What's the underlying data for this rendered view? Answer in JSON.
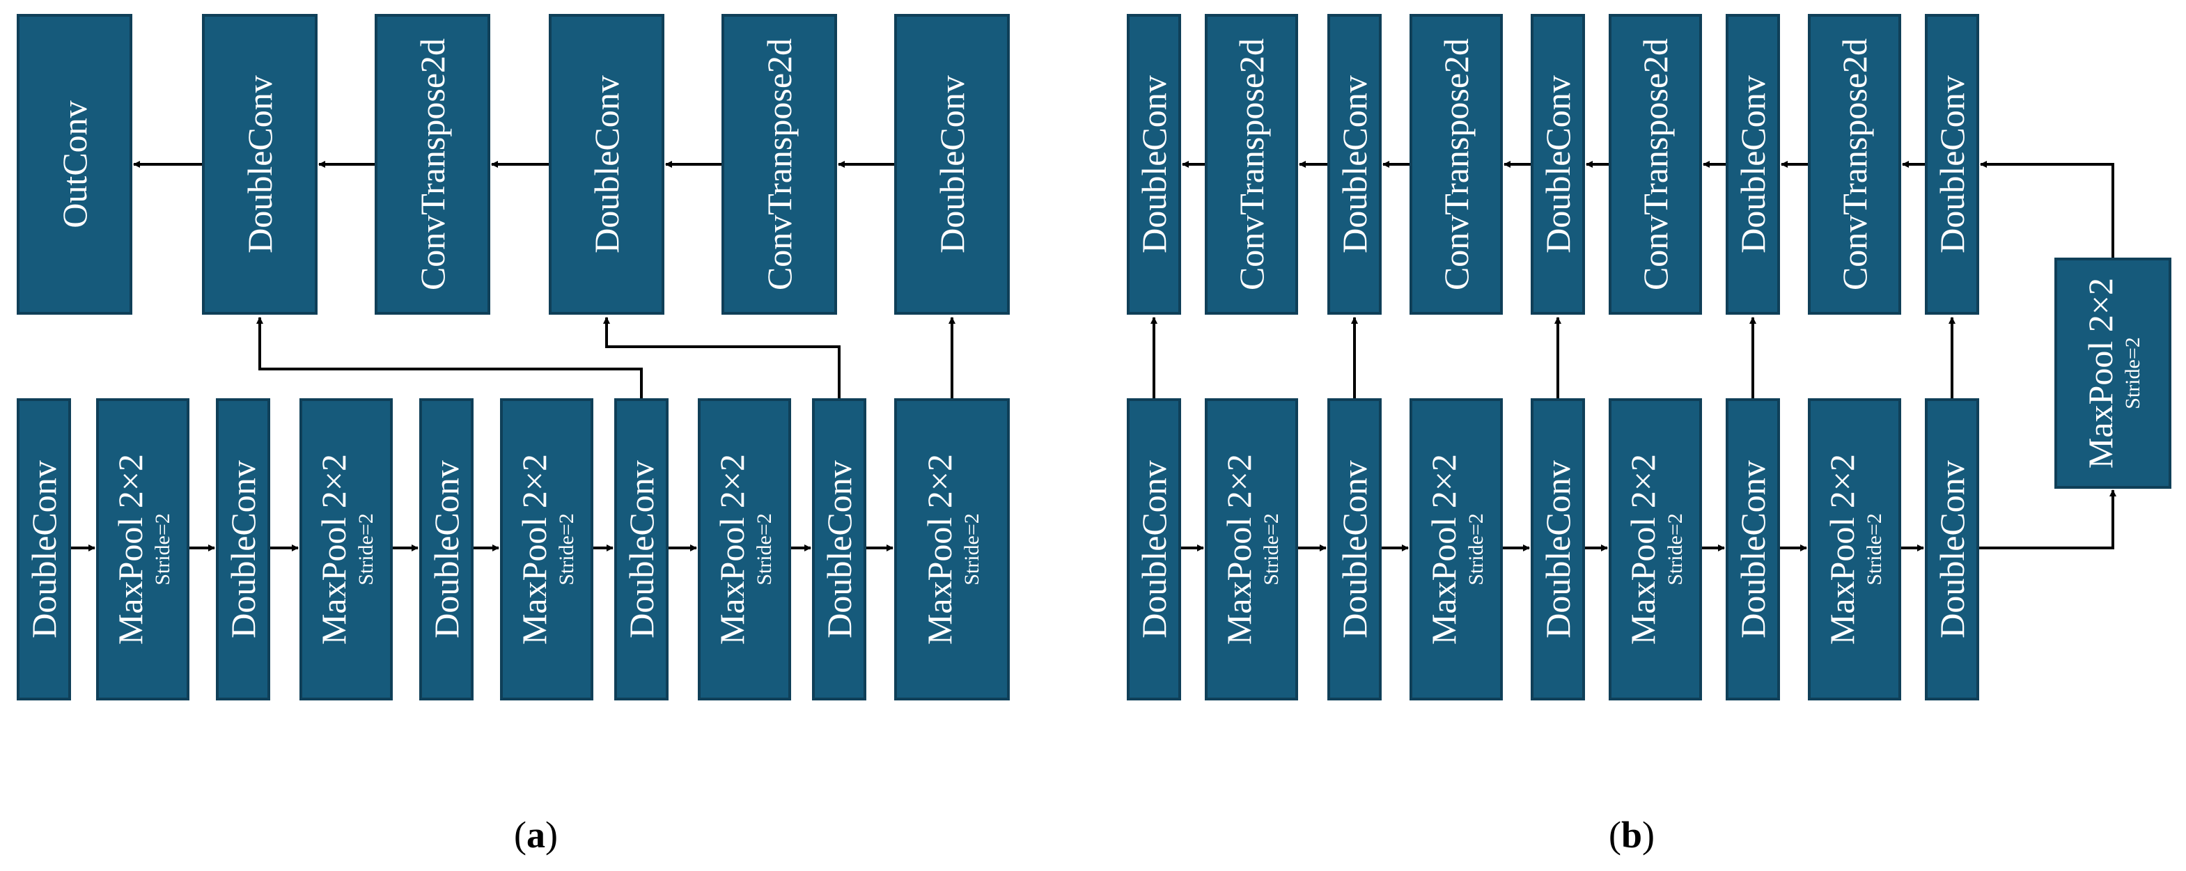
{
  "diagram_a": {
    "caption": {
      "open": "(",
      "letter": "a",
      "close": ")"
    },
    "nodes": [
      {
        "id": "a-out-outconv",
        "label": "OutConv"
      },
      {
        "id": "a-up-doubleconv-1",
        "label": "DoubleConv"
      },
      {
        "id": "a-up-convtranspose-1",
        "label": "ConvTranspose2d"
      },
      {
        "id": "a-up-doubleconv-2",
        "label": "DoubleConv"
      },
      {
        "id": "a-up-convtranspose-2",
        "label": "ConvTranspose2d"
      },
      {
        "id": "a-up-doubleconv-3",
        "label": "DoubleConv"
      },
      {
        "id": "a-down-doubleconv-1",
        "label": "DoubleConv"
      },
      {
        "id": "a-down-maxpool-1",
        "label": "MaxPool 2×2",
        "sub": "Stride=2"
      },
      {
        "id": "a-down-doubleconv-2",
        "label": "DoubleConv"
      },
      {
        "id": "a-down-maxpool-2",
        "label": "MaxPool 2×2",
        "sub": "Stride=2"
      },
      {
        "id": "a-down-doubleconv-3",
        "label": "DoubleConv"
      },
      {
        "id": "a-down-maxpool-3",
        "label": "MaxPool 2×2",
        "sub": "Stride=2"
      },
      {
        "id": "a-down-doubleconv-4",
        "label": "DoubleConv"
      },
      {
        "id": "a-down-maxpool-4",
        "label": "MaxPool 2×2",
        "sub": "Stride=2"
      },
      {
        "id": "a-down-doubleconv-5",
        "label": "DoubleConv"
      },
      {
        "id": "a-down-maxpool-5",
        "label": "MaxPool 2×2",
        "sub": "Stride=2"
      }
    ]
  },
  "diagram_b": {
    "caption": {
      "open": "(",
      "letter": "b",
      "close": ")"
    },
    "nodes": [
      {
        "id": "b-up-doubleconv-1",
        "label": "DoubleConv"
      },
      {
        "id": "b-up-convtranspose-1",
        "label": "ConvTranspose2d"
      },
      {
        "id": "b-up-doubleconv-2",
        "label": "DoubleConv"
      },
      {
        "id": "b-up-convtranspose-2",
        "label": "ConvTranspose2d"
      },
      {
        "id": "b-up-doubleconv-3",
        "label": "DoubleConv"
      },
      {
        "id": "b-up-convtranspose-3",
        "label": "ConvTranspose2d"
      },
      {
        "id": "b-up-doubleconv-4",
        "label": "DoubleConv"
      },
      {
        "id": "b-up-convtranspose-4",
        "label": "ConvTranspose2d"
      },
      {
        "id": "b-up-doubleconv-5",
        "label": "DoubleConv"
      },
      {
        "id": "b-down-doubleconv-1",
        "label": "DoubleConv"
      },
      {
        "id": "b-down-maxpool-1",
        "label": "MaxPool 2×2",
        "sub": "Stride=2"
      },
      {
        "id": "b-down-doubleconv-2",
        "label": "DoubleConv"
      },
      {
        "id": "b-down-maxpool-2",
        "label": "MaxPool 2×2",
        "sub": "Stride=2"
      },
      {
        "id": "b-down-doubleconv-3",
        "label": "DoubleConv"
      },
      {
        "id": "b-down-maxpool-3",
        "label": "MaxPool 2×2",
        "sub": "Stride=2"
      },
      {
        "id": "b-down-doubleconv-4",
        "label": "DoubleConv"
      },
      {
        "id": "b-down-maxpool-4",
        "label": "MaxPool 2×2",
        "sub": "Stride=2"
      },
      {
        "id": "b-down-doubleconv-5",
        "label": "DoubleConv"
      },
      {
        "id": "b-bottleneck-maxpool",
        "label": "MaxPool 2×2",
        "sub": "Stride=2"
      }
    ]
  },
  "colors": {
    "block_fill": "#165a7b",
    "block_border": "#0f3f58",
    "arrow": "#000000",
    "text": "#ffffff"
  }
}
